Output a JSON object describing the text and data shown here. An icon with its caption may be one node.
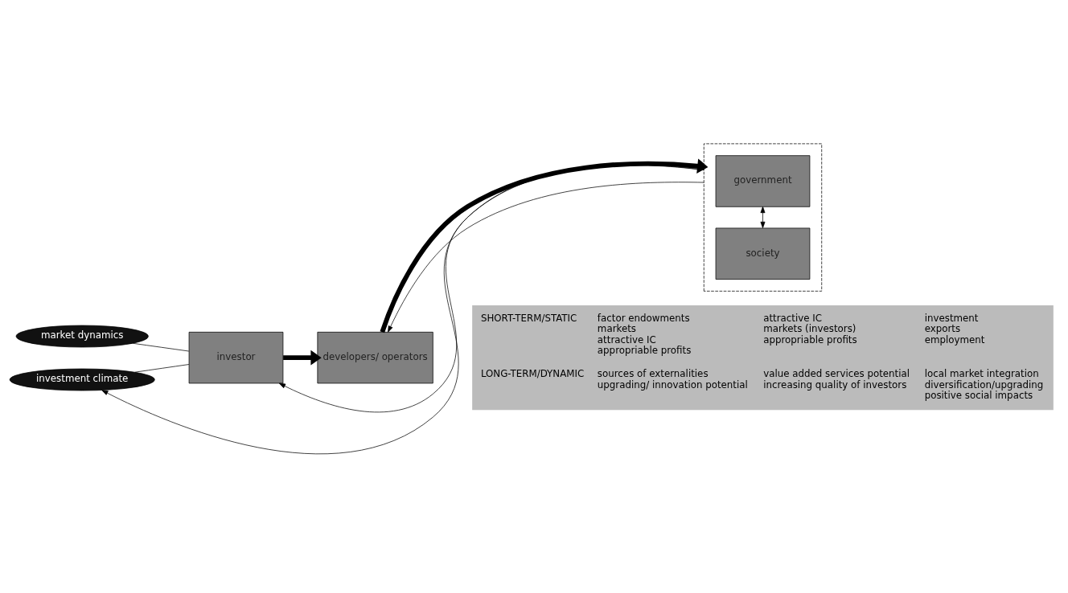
{
  "diagram": {
    "nodes": [
      {
        "text": [
          "market dynamics"
        ]
      },
      {
        "text": [
          "investment climate"
        ]
      },
      {
        "text": [
          "investor"
        ]
      },
      {
        "text": [
          "developers/ operators"
        ]
      },
      {
        "text": [],
        "shape": "box"
      },
      {
        "text": [
          "government"
        ],
        "in": 4
      },
      {
        "text": [
          "society"
        ],
        "in": 4
      }
    ],
    "edges": [
      {
        "from": 0,
        "to": 2,
        "arrow": "none"
      },
      {
        "from": 1,
        "to": 2,
        "arrow": "none"
      },
      {
        "from": 2,
        "to": 3,
        "arrow": "to",
        "style": "thick"
      },
      {
        "from": 3,
        "to": 4,
        "arrow": "to",
        "style": "thick"
      },
      {
        "from": 5,
        "to": 6,
        "arrow": "both"
      },
      {
        "from": 4,
        "to": 2,
        "arrow": "to"
      },
      {
        "from": 4,
        "to": 3,
        "arrow": "to"
      },
      {
        "from": 4,
        "to": 1,
        "arrow": "to"
      }
    ],
    "labels": [
      "SHORT-TERM/STATIC",
      "factor endowments",
      "markets",
      "attractive IC",
      "appropriable profits",
      "attractive IC",
      "markets (investors)",
      "appropriable profits",
      "investment",
      "exports",
      "employment",
      "LONG-TERM/DYNAMIC",
      "sources of externalities",
      "upgrading/ innovation potential",
      "value added services potential",
      "increasing quality of investors",
      "local market integration",
      "diversification/upgrading",
      "positive social impacts"
    ]
  }
}
